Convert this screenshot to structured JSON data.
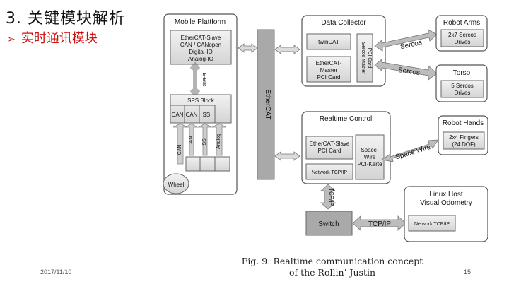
{
  "slide": {
    "title": "3. 关键模块解析",
    "bullet": "实时通讯模块",
    "date": "2017/11/10",
    "page": "15"
  },
  "caption": {
    "line1": "Fig. 9: Realtime communication concept",
    "line2": "of the Rollin’ Justin"
  },
  "diagram": {
    "mobile": {
      "title": "Mobile Plattform",
      "slave_lines": [
        "EtherCAT-Slave",
        "CAN / CANopen",
        "Digital-IO",
        "Analog-IO"
      ],
      "ebus": "E-Bus",
      "sps": "SPS Block",
      "ports": [
        "CAN",
        "CAN",
        "SSI"
      ],
      "down_labels": [
        "CAN",
        "CAN",
        "SSI",
        "Analog"
      ],
      "wheel": "Wheel"
    },
    "ethercat": "EtherCAT",
    "collector": {
      "title": "Data Collector",
      "twincat": "twinCAT",
      "master_lines": [
        "EtherCAT-",
        "Master",
        "PCI Card"
      ],
      "sercos_card": [
        "Sercos Master",
        "PCI Card"
      ]
    },
    "links": {
      "sercos1": "Sercos",
      "sercos2": "Sercos",
      "spacewire": "Space Wire",
      "tcpip_vertical": "TCP/IP",
      "tcpip_horizontal": "TCP/IP"
    },
    "robot_arms": {
      "title": "Robot Arms",
      "detail": [
        "2x7 Sercos",
        "Drives"
      ]
    },
    "torso": {
      "title": "Torso",
      "detail": [
        "5 Sercos",
        "Drives"
      ]
    },
    "robot_hands": {
      "title": "Robot Hands",
      "detail": [
        "2x4 Fingers",
        "(24 DOF)"
      ]
    },
    "realtime": {
      "title": "Realtime Control",
      "slave_lines": [
        "EtherCAT-Slave",
        "PCI Card"
      ],
      "network": "Network TCP/IP",
      "spacewire_lines": [
        "Space-",
        "Wire",
        "PCI-Karte"
      ]
    },
    "switch": "Switch",
    "linux": {
      "title_lines": [
        "Linux Host",
        "Visual Odometry"
      ],
      "network": "Network TCP/IP"
    }
  }
}
